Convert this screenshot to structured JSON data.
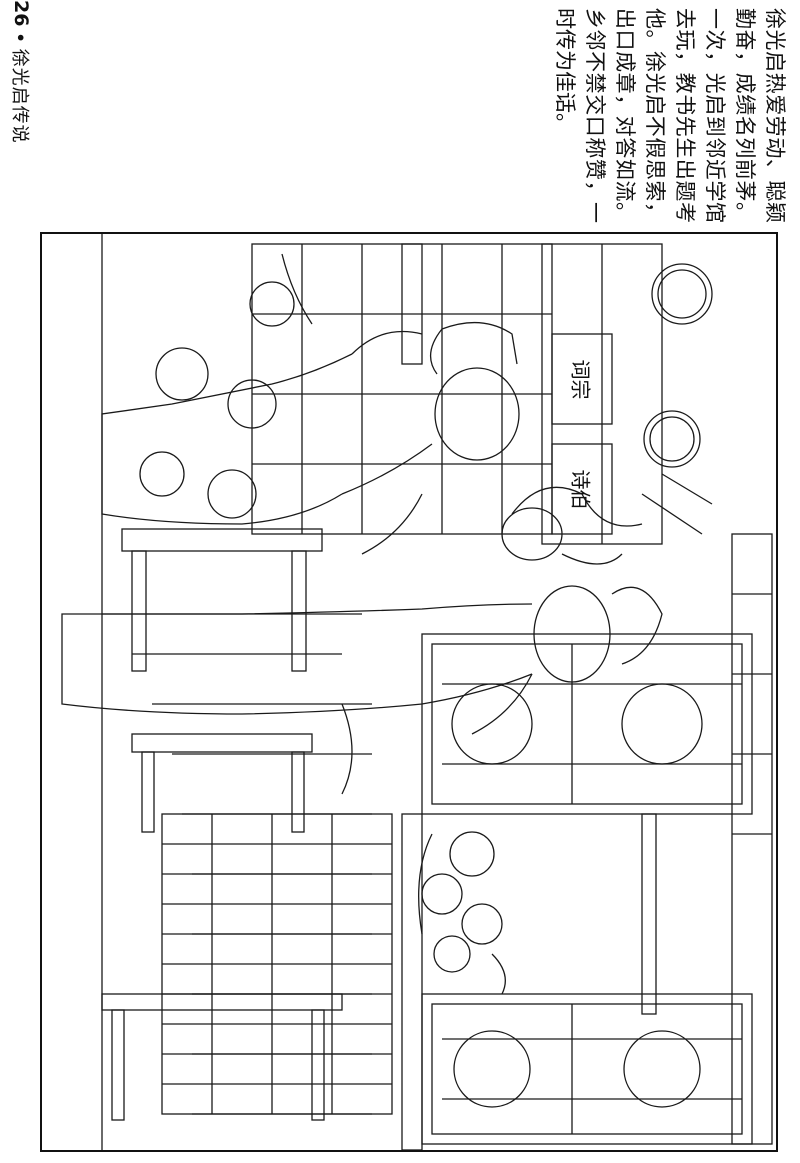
{
  "header": {
    "page_number": "26",
    "separator": "•",
    "book_title": "徐光启传说"
  },
  "caption": {
    "text": "徐光启热爱劳动、聪颖勤奋，成绩名列前茅。一次，光启到邻近学馆去玩，教书先生出题考他。徐光启不假思索，出口成章，对答如流。乡邻不禁交口称赞，一时传为佳话。"
  },
  "illustration": {
    "plaque_left": "词宗",
    "plaque_right": "诗伯"
  }
}
